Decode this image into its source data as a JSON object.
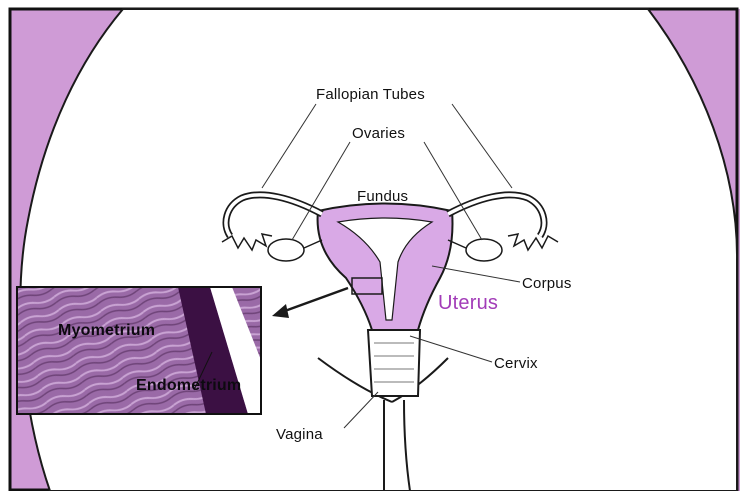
{
  "colors": {
    "background_band": "#cf9bd6",
    "organ_fill": "#d9a9e6",
    "inset_tissue": "#9a6aa7",
    "inset_endometrium": "#3b1043",
    "uterus_label": "#a23cb8",
    "outline": "#1a1a1a"
  },
  "labels": {
    "fallopian_tubes": "Fallopian Tubes",
    "ovaries": "Ovaries",
    "fundus": "Fundus",
    "corpus": "Corpus",
    "uterus": "Uterus",
    "cervix": "Cervix",
    "vagina": "Vagina",
    "myometrium": "Myometrium",
    "endometrium": "Endometrium"
  },
  "icons": {
    "zoom_arrow": "arrow-left-down-icon"
  }
}
